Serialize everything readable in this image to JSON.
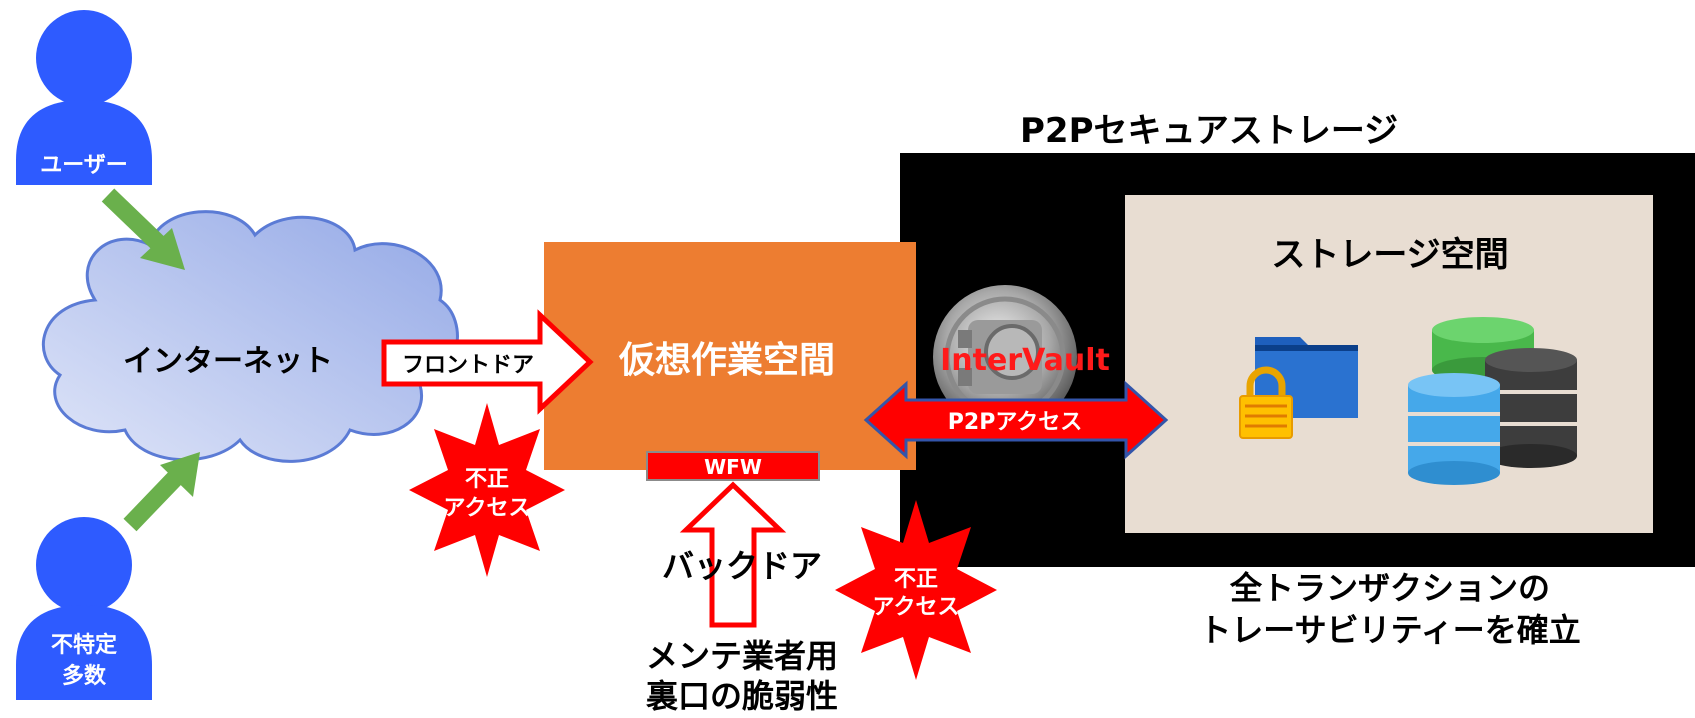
{
  "title_storage": "P2Pセキュアストレージ",
  "storage_space": "ストレージ空間",
  "internet": "インターネット",
  "workspace": "仮想作業空間",
  "front_door": "フロントドア",
  "back_door": "バックドア",
  "wfw": "WFW",
  "p2p_access": "P2Pアクセス",
  "intervault": "InterVault",
  "user_label": "ユーザー",
  "unspecified_line1": "不特定",
  "unspecified_line2": "多数",
  "unauthorized_line1": "不正",
  "unauthorized_line2": "アクセス",
  "maint_line1": "メンテ業者用",
  "maint_line2": "裏口の脆弱性",
  "trace_line1": "全トランザクションの",
  "trace_line2": "トレーサビリティーを確立",
  "colors": {
    "person": "#2e5bff",
    "arrow_green": "#6ab04c",
    "workspace": "#ed7d31",
    "red": "#ff0000",
    "storage_bg": "#e8ddd2",
    "black": "#000000"
  }
}
